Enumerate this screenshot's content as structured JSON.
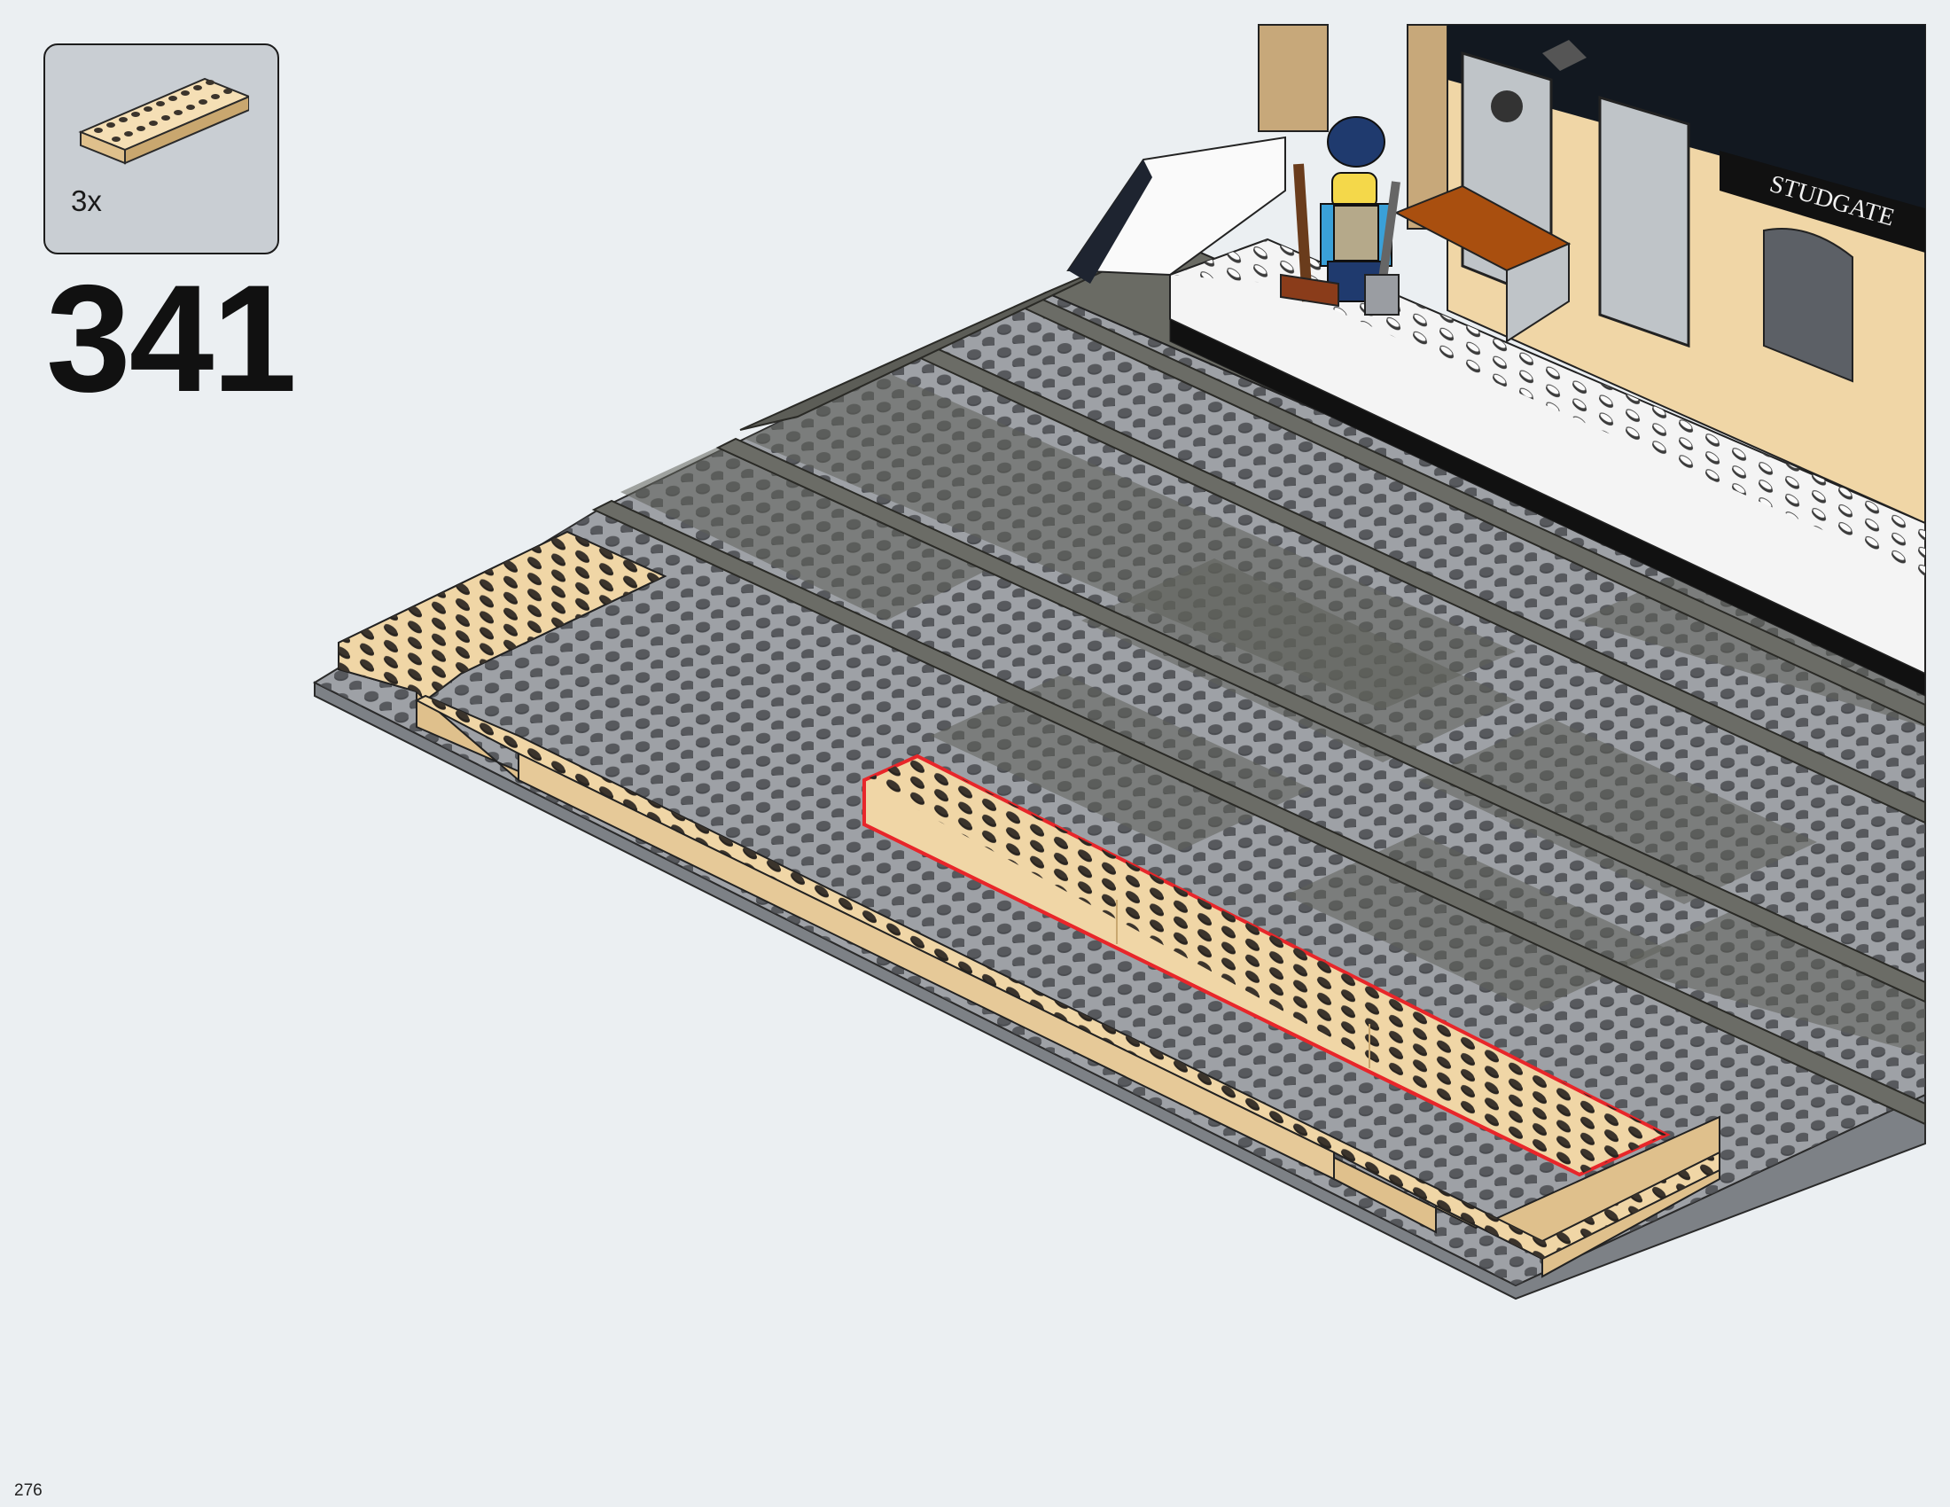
{
  "step": {
    "number": "341"
  },
  "parts_callout": {
    "quantity": "3x",
    "part": "2x10 brick",
    "part_color": "#f0d6a6"
  },
  "illustration": {
    "sign_text": "STUDGATE",
    "highlight_color": "#e8262a",
    "colors": {
      "baseplate": "#9ea1a6",
      "track": "#5c5d57",
      "tan": "#f0d6a6",
      "platform": "#ffffff",
      "building": "#f0d6a6"
    }
  },
  "page": {
    "number": "276"
  }
}
